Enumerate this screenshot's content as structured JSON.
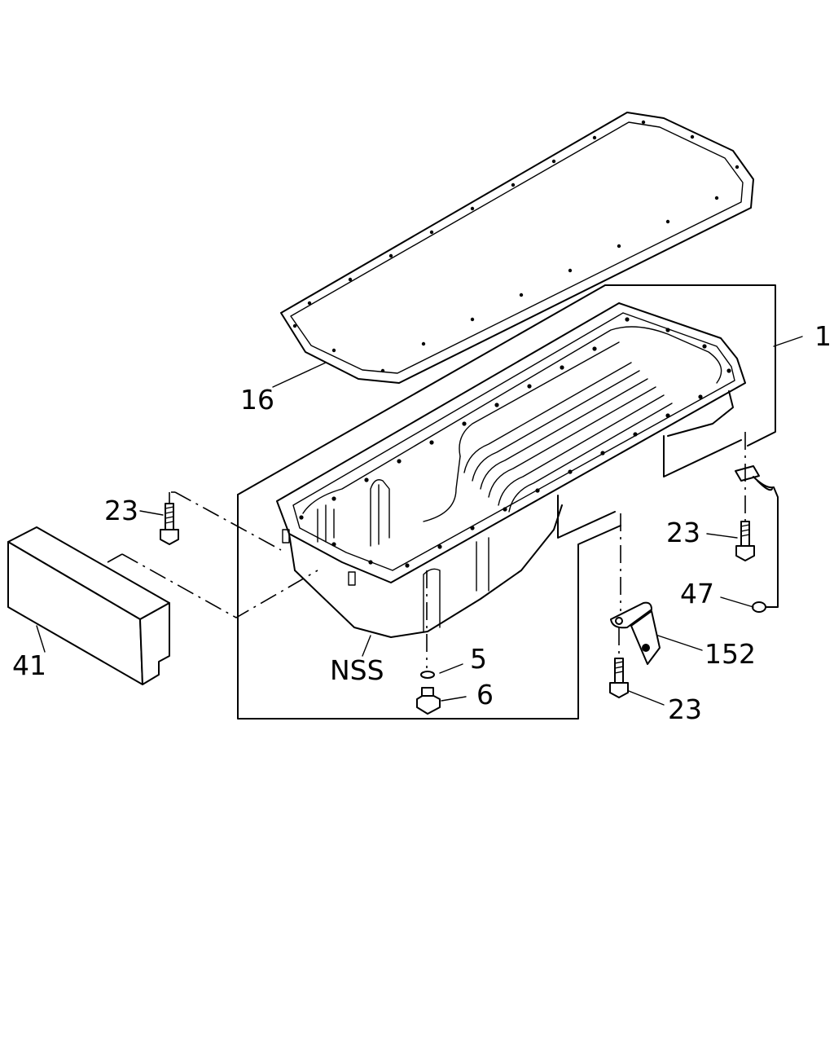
{
  "labels": {
    "l1": "1",
    "l16": "16",
    "l23a": "23",
    "l23b": "23",
    "l23c": "23",
    "l41": "41",
    "l47": "47",
    "l152": "152",
    "lNSS": "NSS",
    "l5": "5",
    "l6": "6"
  }
}
